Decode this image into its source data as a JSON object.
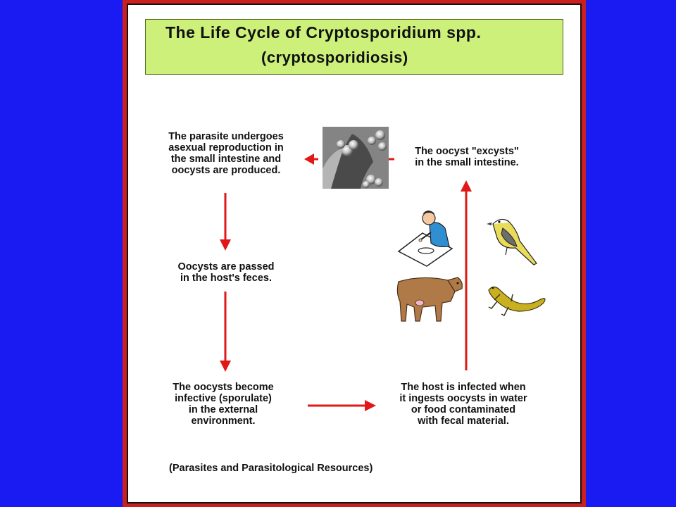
{
  "title": {
    "line1": "The Life Cycle of Cryptosporidium spp.",
    "line2": "(cryptosporidiosis)"
  },
  "steps": {
    "reproduction": "The parasite undergoes\nasexual reproduction in\nthe small intestine and\noocysts are produced.",
    "excyst": "The oocyst \"excysts\"\nin the small intestine.",
    "passed": "Oocysts are passed\nin the host's feces.",
    "sporulate": "The oocysts become\ninfective (sporulate)\nin the external\nenvironment.",
    "infected": "The host is infected when\nit ingests oocysts in water\nor food contaminated\nwith fecal material."
  },
  "source": "(Parasites and Parasitological Resources)",
  "colors": {
    "background": "#1a1af2",
    "frame": "#cc1f1f",
    "title_box": "#ccf07a",
    "arrow": "#e01818"
  },
  "icons": [
    "micrograph",
    "person-eating-icon",
    "bird-icon",
    "cow-icon",
    "lizard-icon"
  ]
}
